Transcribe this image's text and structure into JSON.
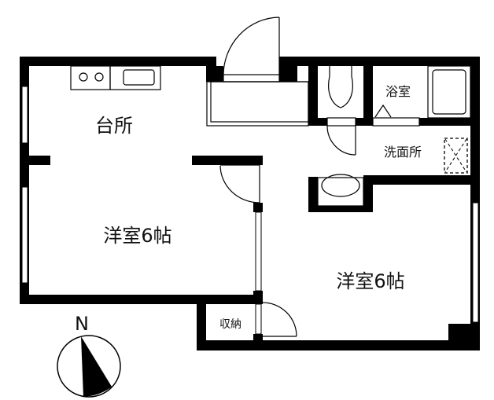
{
  "rooms": {
    "kitchen": "台所",
    "western_room_1": "洋室6帖",
    "western_room_2": "洋室6帖",
    "bathroom": "浴室",
    "washroom": "洗面所",
    "storage": "収納"
  },
  "compass": {
    "label": "N"
  },
  "colors": {
    "wall": "#000000",
    "background": "#ffffff"
  }
}
